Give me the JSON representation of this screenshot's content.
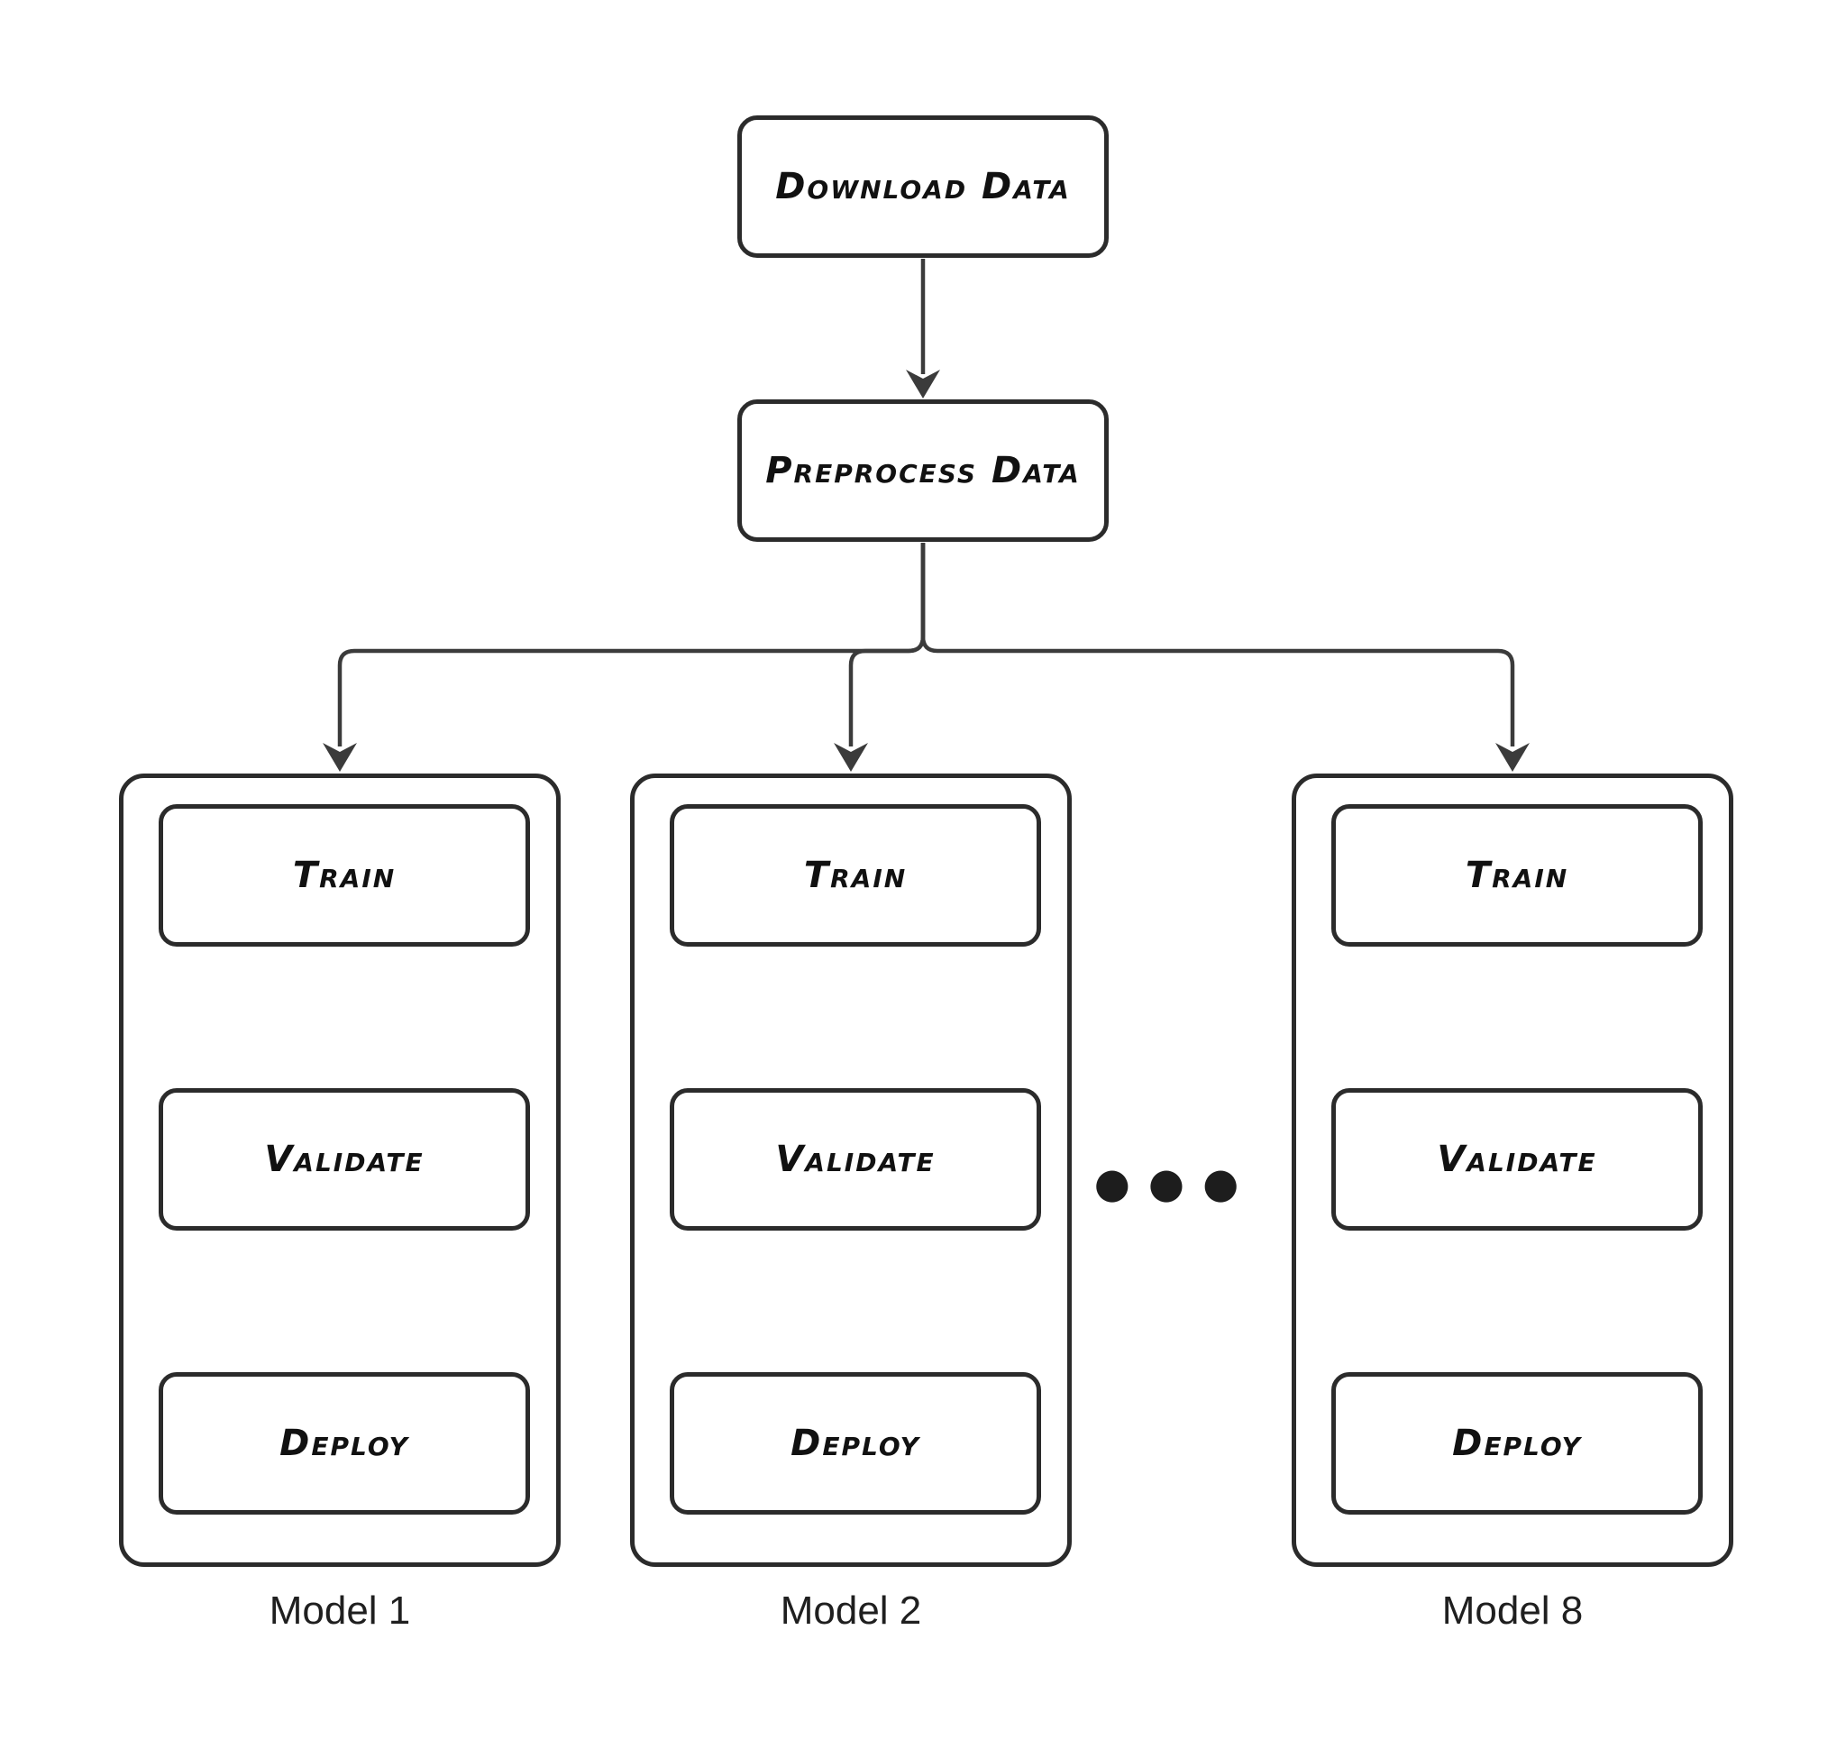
{
  "colors": {
    "background": "#ffffff",
    "box_border": "#2b2b2b",
    "connector": "#3b3b3b",
    "box_text": "#111111",
    "label_text": "#1f1f1f"
  },
  "pipeline": {
    "download": "Download Data",
    "preprocess": "Preprocess Data"
  },
  "models": [
    {
      "label": "Model 1",
      "steps": [
        "Train",
        "Validate",
        "Deploy"
      ]
    },
    {
      "label": "Model 2",
      "steps": [
        "Train",
        "Validate",
        "Deploy"
      ]
    },
    {
      "label": "Model 8",
      "steps": [
        "Train",
        "Validate",
        "Deploy"
      ]
    }
  ],
  "ellipsis": "●●●"
}
